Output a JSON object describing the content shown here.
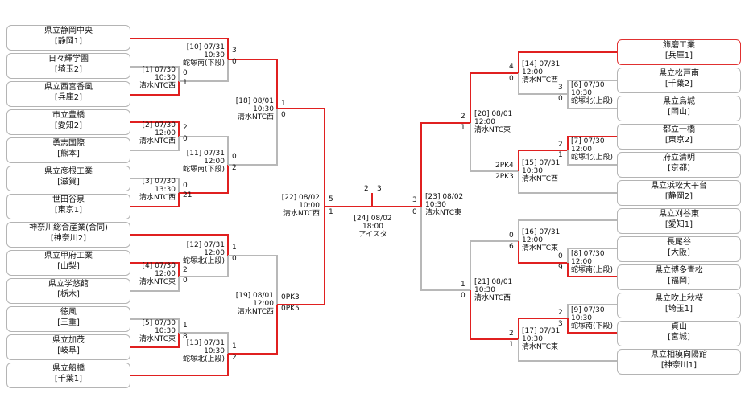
{
  "left_teams": [
    {
      "name": "県立静岡中央",
      "pref": "[静岡1]"
    },
    {
      "name": "日々輝学園",
      "pref": "[埼玉2]"
    },
    {
      "name": "県立西宮香風",
      "pref": "[兵庫2]"
    },
    {
      "name": "市立豊橋",
      "pref": "[愛知2]"
    },
    {
      "name": "勇志国際",
      "pref": "[熊本]"
    },
    {
      "name": "県立彦根工業",
      "pref": "[滋賀]"
    },
    {
      "name": "世田谷泉",
      "pref": "[東京1]"
    },
    {
      "name": "神奈川総合産業(合同)",
      "pref": "[神奈川2]"
    },
    {
      "name": "県立甲府工業",
      "pref": "[山梨]"
    },
    {
      "name": "県立学悠館",
      "pref": "[栃木]"
    },
    {
      "name": "徳風",
      "pref": "[三重]"
    },
    {
      "name": "県立加茂",
      "pref": "[岐阜]"
    },
    {
      "name": "県立船橋",
      "pref": "[千葉1]"
    }
  ],
  "right_teams": [
    {
      "name": "飾磨工業",
      "pref": "[兵庫1]"
    },
    {
      "name": "県立松戸南",
      "pref": "[千葉2]"
    },
    {
      "name": "県立烏城",
      "pref": "[岡山]"
    },
    {
      "name": "都立一橋",
      "pref": "[東京2]"
    },
    {
      "name": "府立清明",
      "pref": "[京都]"
    },
    {
      "name": "県立浜松大平台",
      "pref": "[静岡2]"
    },
    {
      "name": "県立刈谷東",
      "pref": "[愛知1]"
    },
    {
      "name": "長尾谷",
      "pref": "[大阪]"
    },
    {
      "name": "県立博多青松",
      "pref": "[福岡]"
    },
    {
      "name": "県立吹上秋桜",
      "pref": "[埼玉1]"
    },
    {
      "name": "貞山",
      "pref": "[宮城]"
    },
    {
      "name": "県立相模向陽館",
      "pref": "[神奈川1]"
    }
  ],
  "games": {
    "g1": {
      "id": "[1] 07/30",
      "time": "10:30",
      "venue": "清水NTC西",
      "s1": "0",
      "s2": "1"
    },
    "g2": {
      "id": "[2] 07/30",
      "time": "12:00",
      "venue": "清水NTC西",
      "s1": "2",
      "s2": "0"
    },
    "g3": {
      "id": "[3] 07/30",
      "time": "13:30",
      "venue": "清水NTC西",
      "s1": "0",
      "s2": "21"
    },
    "g4": {
      "id": "[4] 07/30",
      "time": "12:00",
      "venue": "清水NTC東",
      "s1": "2",
      "s2": "0"
    },
    "g5": {
      "id": "[5] 07/30",
      "time": "10:30",
      "venue": "清水NTC東",
      "s1": "1",
      "s2": "8"
    },
    "g6": {
      "id": "[6] 07/30",
      "time": "10:30",
      "venue": "蛇塚北(上段)",
      "s1": "3",
      "s2": "0"
    },
    "g7": {
      "id": "[7] 07/30",
      "time": "12:00",
      "venue": "蛇塚北(上段)",
      "s1": "2",
      "s2": "1"
    },
    "g8": {
      "id": "[8] 07/30",
      "time": "12:00",
      "venue": "蛇塚南(上段)",
      "s1": "0",
      "s2": "9"
    },
    "g9": {
      "id": "[9] 07/30",
      "time": "10:30",
      "venue": "蛇塚南(下段)",
      "s1": "2",
      "s2": "3"
    },
    "g10": {
      "id": "[10] 07/31",
      "time": "10:30",
      "venue": "蛇塚南(下段)",
      "s1": "3",
      "s2": "0"
    },
    "g11": {
      "id": "[11] 07/31",
      "time": "12:00",
      "venue": "蛇塚南(下段)",
      "s1": "0",
      "s2": "2"
    },
    "g12": {
      "id": "[12] 07/31",
      "time": "12:00",
      "venue": "蛇塚北(上段)",
      "s1": "1",
      "s2": "0"
    },
    "g13": {
      "id": "[13] 07/31",
      "time": "10:30",
      "venue": "蛇塚北(上段)",
      "s1": "1",
      "s2": "2"
    },
    "g14": {
      "id": "[14] 07/31",
      "time": "12:00",
      "venue": "清水NTC西",
      "s1": "4",
      "s2": "0"
    },
    "g15": {
      "id": "[15] 07/31",
      "time": "10:30",
      "venue": "清水NTC西",
      "s1": "2PK4",
      "s2": "2PK3"
    },
    "g16": {
      "id": "[16] 07/31",
      "time": "12:00",
      "venue": "清水NTC東",
      "s1": "0",
      "s2": "6"
    },
    "g17": {
      "id": "[17] 07/31",
      "time": "10:30",
      "venue": "清水NTC東",
      "s1": "2",
      "s2": "1"
    },
    "g18": {
      "id": "[18] 08/01",
      "time": "10:30",
      "venue": "清水NTC西",
      "s1": "1",
      "s2": "0"
    },
    "g19": {
      "id": "[19] 08/01",
      "time": "12:00",
      "venue": "清水NTC西",
      "s1": "0PK3",
      "s2": "0PK5"
    },
    "g20": {
      "id": "[20] 08/01",
      "time": "12:00",
      "venue": "清水NTC東",
      "s1": "2",
      "s2": "1"
    },
    "g21": {
      "id": "[21] 08/01",
      "time": "10:30",
      "venue": "清水NTC西",
      "s1": "1",
      "s2": "0"
    },
    "g22": {
      "id": "[22] 08/02",
      "time": "10:00",
      "venue": "清水NTC西",
      "s1": "5",
      "s2": "1"
    },
    "g23": {
      "id": "[23] 08/02",
      "time": "10:30",
      "venue": "清水NTC東",
      "s1": "3",
      "s2": "0"
    },
    "g24": {
      "id": "[24] 08/02",
      "time": "18:00",
      "venue": "アイスタ",
      "s1": "2",
      "s2": "3"
    }
  },
  "colors": {
    "win": "#e02020",
    "lose": "#b4b4b4",
    "winner_box": "#e03030"
  }
}
